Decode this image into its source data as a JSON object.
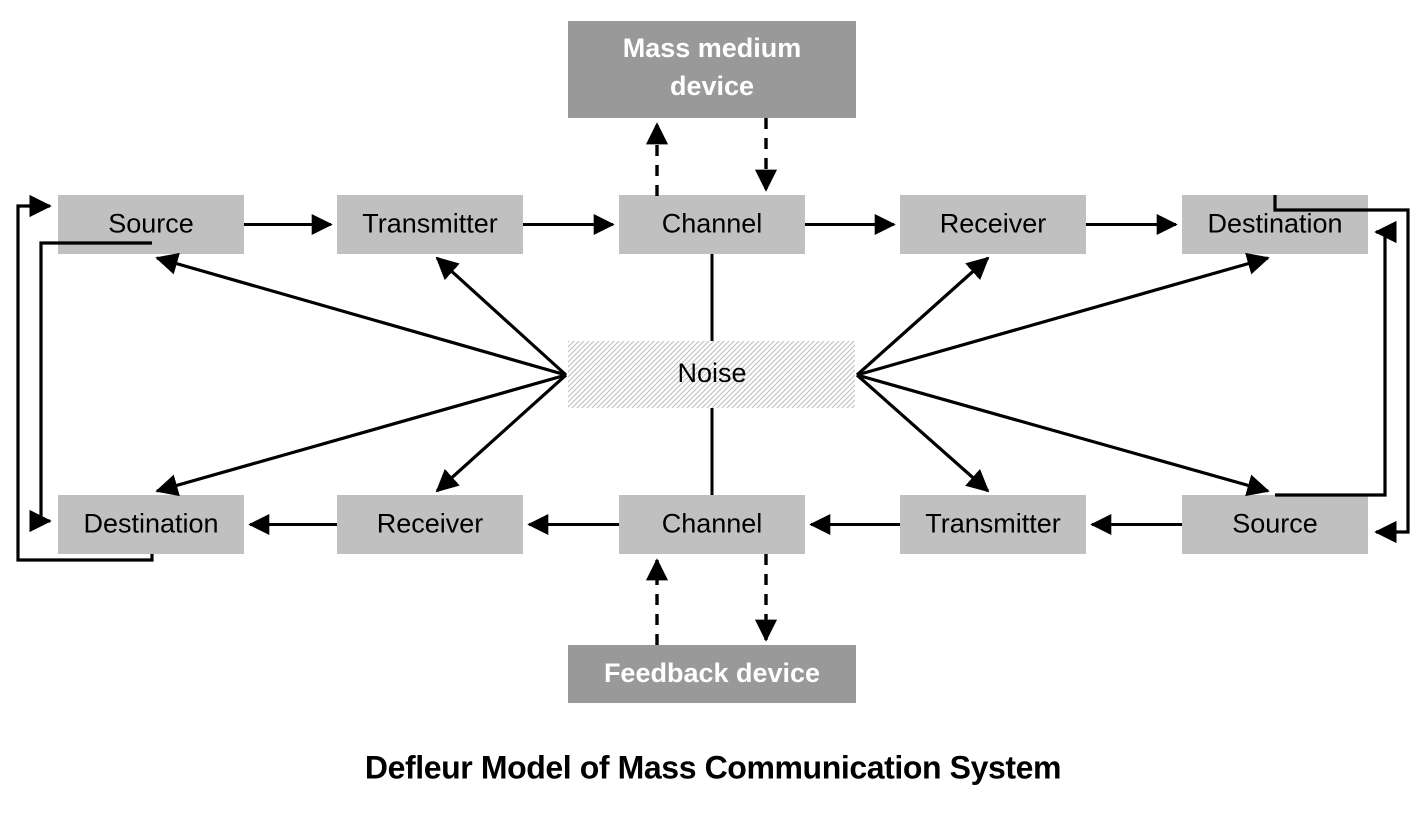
{
  "diagram": {
    "caption": "Defleur Model of Mass Communication System",
    "colors": {
      "node_fill": "#c0c0c0",
      "device_fill": "#999999",
      "noise_hatch": "#c8c8c8",
      "stroke": "#000000",
      "background": "#ffffff",
      "device_text": "#ffffff",
      "node_text": "#000000"
    },
    "top_row": [
      {
        "id": "top-source",
        "label": "Source"
      },
      {
        "id": "top-transmitter",
        "label": "Transmitter"
      },
      {
        "id": "top-channel",
        "label": "Channel"
      },
      {
        "id": "top-receiver",
        "label": "Receiver"
      },
      {
        "id": "top-destination",
        "label": "Destination"
      }
    ],
    "bottom_row": [
      {
        "id": "bottom-destination",
        "label": "Destination"
      },
      {
        "id": "bottom-receiver",
        "label": "Receiver"
      },
      {
        "id": "bottom-channel",
        "label": "Channel"
      },
      {
        "id": "bottom-transmitter",
        "label": "Transmitter"
      },
      {
        "id": "bottom-source",
        "label": "Source"
      }
    ],
    "center": {
      "id": "noise",
      "label": "Noise"
    },
    "devices": {
      "mass_medium": {
        "id": "mass-medium-device",
        "line1": "Mass medium",
        "line2": "device"
      },
      "feedback": {
        "id": "feedback-device",
        "label": "Feedback device"
      }
    }
  }
}
